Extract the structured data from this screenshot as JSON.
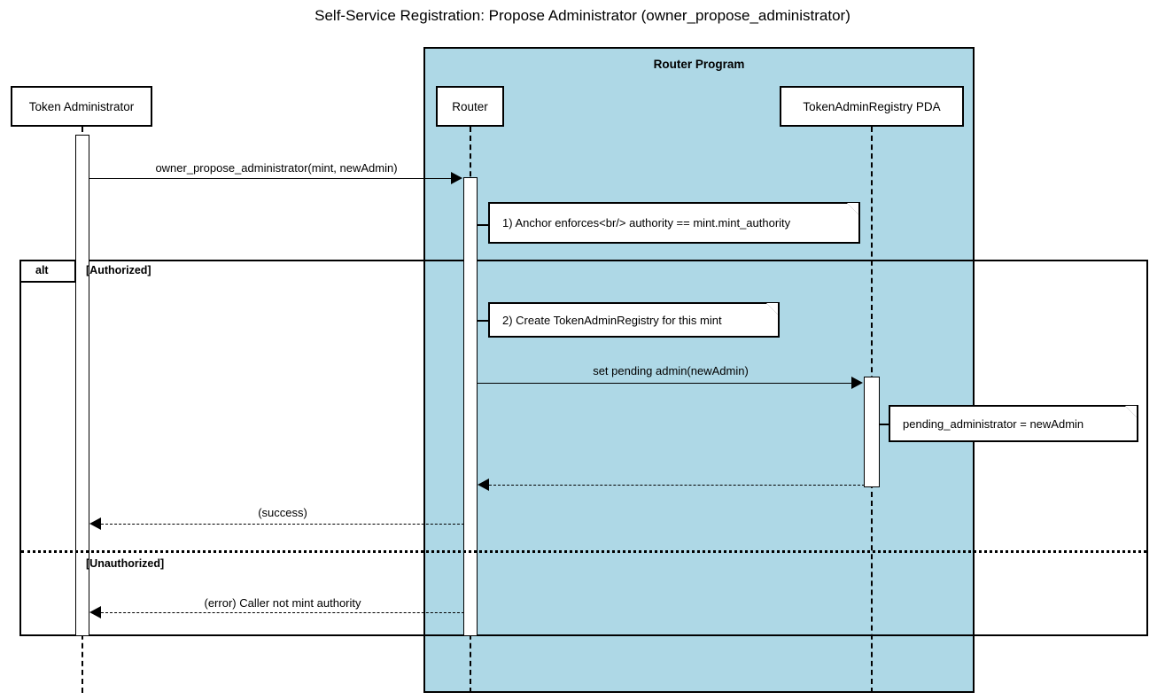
{
  "title": "Self-Service Registration: Propose Administrator (owner_propose_administrator)",
  "colors": {
    "group_fill": "#aed8e6",
    "stroke": "#000000",
    "note_fill": "#ffffff",
    "participant_fill": "#ffffff",
    "page_bg": "#ffffff"
  },
  "group": {
    "label": "Router Program"
  },
  "participants": [
    {
      "id": "token-administrator",
      "label": "Token Administrator"
    },
    {
      "id": "router",
      "label": "Router"
    },
    {
      "id": "token-admin-registry-pda",
      "label": "TokenAdminRegistry PDA"
    }
  ],
  "messages": [
    {
      "id": "owner-propose-administrator",
      "label": "owner_propose_administrator(mint, newAdmin)",
      "from": "token-administrator",
      "to": "router",
      "style": "solid",
      "direction": "right"
    },
    {
      "id": "set-pending-admin",
      "label": "set pending admin(newAdmin)",
      "from": "router",
      "to": "token-admin-registry-pda",
      "style": "solid",
      "direction": "right"
    },
    {
      "id": "pda-return",
      "label": "",
      "from": "token-admin-registry-pda",
      "to": "router",
      "style": "dashed",
      "direction": "left"
    },
    {
      "id": "success-return",
      "label": "(success)",
      "from": "router",
      "to": "token-administrator",
      "style": "dashed",
      "direction": "left"
    },
    {
      "id": "error-return",
      "label": "(error) Caller not mint authority",
      "from": "router",
      "to": "token-administrator",
      "style": "dashed",
      "direction": "left"
    }
  ],
  "notes": [
    {
      "id": "note-anchor-enforces",
      "text": "1) Anchor enforces<br/> authority == mint.mint_authority",
      "attached_to": "router"
    },
    {
      "id": "note-create-registry",
      "text": "2) Create TokenAdminRegistry for this mint",
      "attached_to": "router"
    },
    {
      "id": "note-pending-administrator",
      "text": "pending_administrator = newAdmin",
      "attached_to": "token-admin-registry-pda"
    }
  ],
  "fragment": {
    "operator": "alt",
    "branches": [
      {
        "id": "branch-authorized",
        "condition": "[Authorized]"
      },
      {
        "id": "branch-unauthorized",
        "condition": "[Unauthorized]"
      }
    ]
  }
}
